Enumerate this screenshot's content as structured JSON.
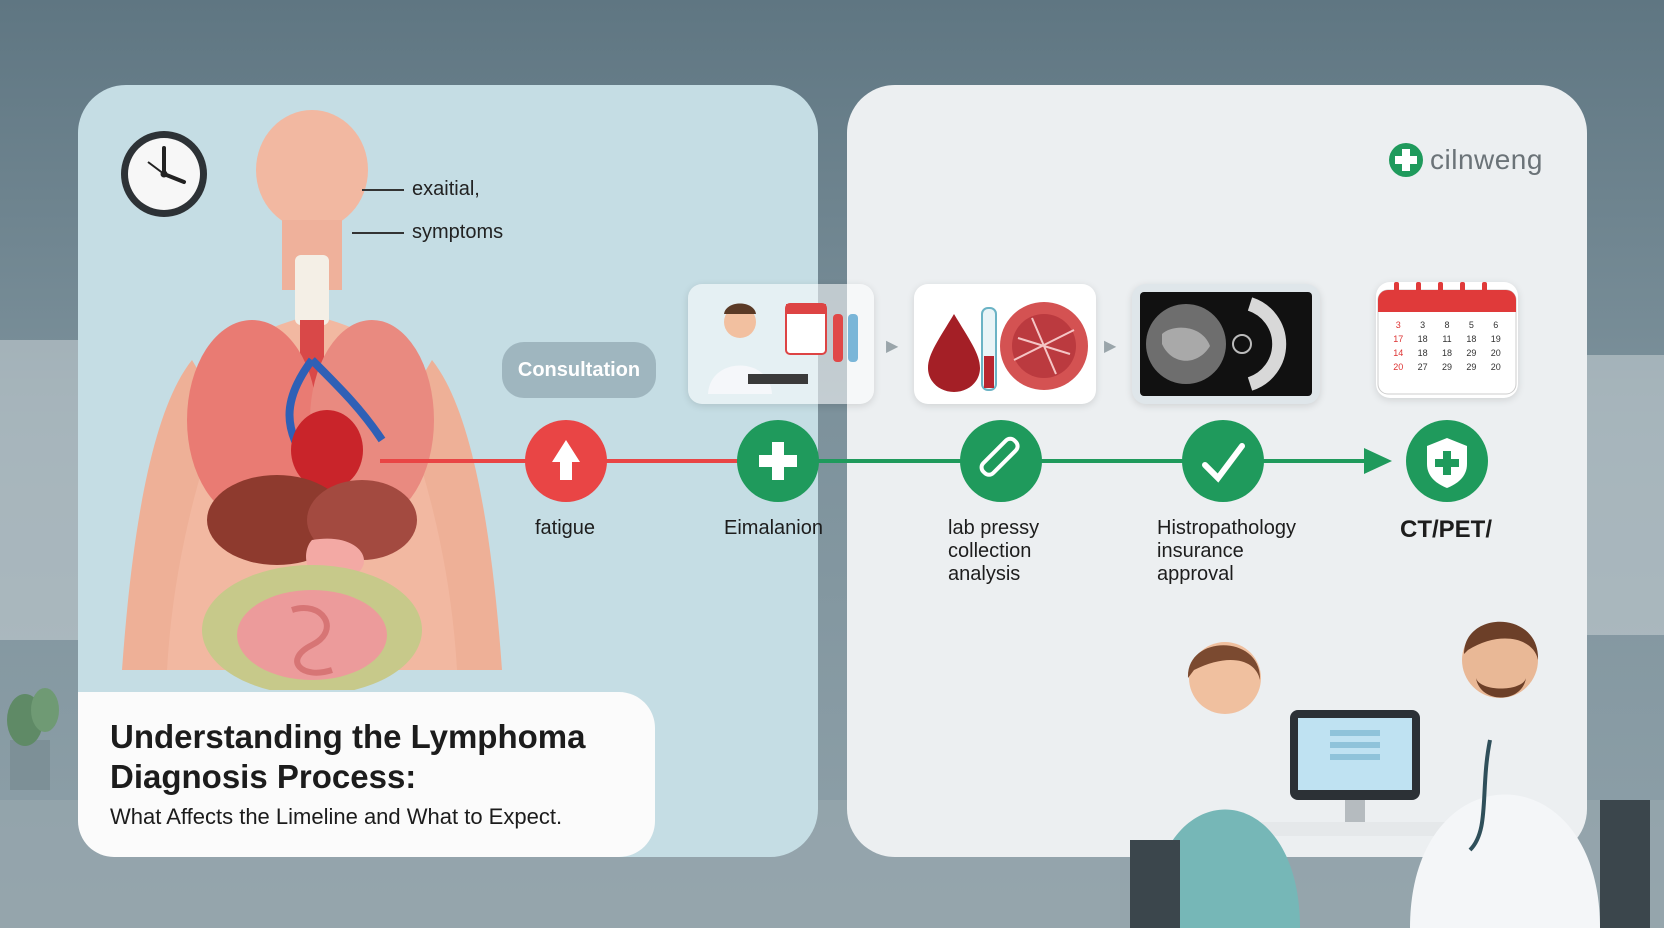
{
  "callouts": {
    "top": "exaitial,",
    "bottom": "symptoms"
  },
  "pill": {
    "label": "Consultation"
  },
  "steps": [
    {
      "id": "fatigue",
      "label": "fatigue",
      "icon": "arrow-up-icon",
      "color": "#e94545"
    },
    {
      "id": "examination",
      "label": "Eimalanion",
      "icon": "plus-icon",
      "color": "#1f9a5c"
    },
    {
      "id": "lab",
      "label_lines": [
        "lab pressy",
        "collection",
        "analysis"
      ],
      "icon": "test-tube-icon",
      "color": "#1f9a5c"
    },
    {
      "id": "histo",
      "label_lines": [
        "Histropathology",
        "insurance",
        "approval"
      ],
      "icon": "check-icon",
      "color": "#1f9a5c"
    },
    {
      "id": "imaging",
      "label": "CT/PET/",
      "icon": "shield-plus-icon",
      "color": "#1f9a5c"
    }
  ],
  "brand": {
    "name": "cilnweng"
  },
  "calendar": {
    "rows": [
      [
        "3",
        "3",
        "8",
        "5",
        "6"
      ],
      [
        "17",
        "18",
        "11",
        "18",
        "19"
      ],
      [
        "14",
        "18",
        "18",
        "29",
        "20"
      ],
      [
        "20",
        "27",
        "29",
        "29",
        "20"
      ]
    ]
  },
  "title": {
    "main": "Understanding the Lymphoma Diagnosis Process:",
    "sub": "What Affects the Limeline and What to Expect."
  },
  "colors": {
    "red": "#e94545",
    "green": "#1f9a5c",
    "left_panel": "#c5dde4",
    "right_panel": "#eceff1"
  }
}
